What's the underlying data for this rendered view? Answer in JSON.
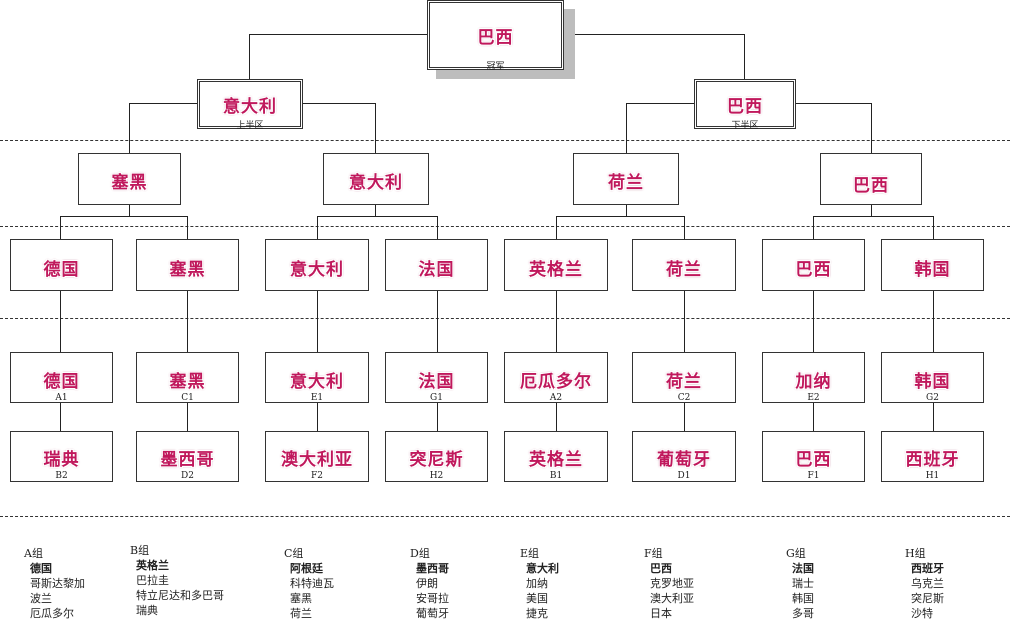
{
  "final": {
    "team": "巴西",
    "label": "冠军"
  },
  "semis": [
    {
      "team": "意大利",
      "label": "上半区"
    },
    {
      "team": "巴西",
      "label": "下半区"
    }
  ],
  "quarters": [
    "塞黑",
    "意大利",
    "荷兰",
    "巴西"
  ],
  "round16": [
    "德国",
    "塞黑",
    "意大利",
    "法国",
    "英格兰",
    "荷兰",
    "巴西",
    "韩国"
  ],
  "groupTop": [
    {
      "team": "德国",
      "code": "A1"
    },
    {
      "team": "塞黑",
      "code": "C1"
    },
    {
      "team": "意大利",
      "code": "E1"
    },
    {
      "team": "法国",
      "code": "G1"
    },
    {
      "team": "厄瓜多尔",
      "code": "A2"
    },
    {
      "team": "荷兰",
      "code": "C2"
    },
    {
      "team": "加纳",
      "code": "E2"
    },
    {
      "team": "韩国",
      "code": "G2"
    }
  ],
  "groupBottom": [
    {
      "team": "瑞典",
      "code": "B2"
    },
    {
      "team": "墨西哥",
      "code": "D2"
    },
    {
      "team": "澳大利亚",
      "code": "F2"
    },
    {
      "team": "突尼斯",
      "code": "H2"
    },
    {
      "team": "英格兰",
      "code": "B1"
    },
    {
      "team": "葡萄牙",
      "code": "D1"
    },
    {
      "team": "巴西",
      "code": "F1"
    },
    {
      "team": "西班牙",
      "code": "H1"
    }
  ],
  "groups": [
    {
      "name": "A组",
      "teams": [
        "德国",
        "哥斯达黎加",
        "波兰",
        "厄瓜多尔"
      ]
    },
    {
      "name": "B组",
      "teams": [
        "英格兰",
        "巴拉圭",
        "特立尼达和多巴哥",
        "瑞典"
      ]
    },
    {
      "name": "C组",
      "teams": [
        "阿根廷",
        "科特迪瓦",
        "塞黑",
        "荷兰"
      ]
    },
    {
      "name": "D组",
      "teams": [
        "墨西哥",
        "伊朗",
        "安哥拉",
        "葡萄牙"
      ]
    },
    {
      "name": "E组",
      "teams": [
        "意大利",
        "加纳",
        "美国",
        "捷克"
      ]
    },
    {
      "name": "F组",
      "teams": [
        "巴西",
        "克罗地亚",
        "澳大利亚",
        "日本"
      ]
    },
    {
      "name": "G组",
      "teams": [
        "法国",
        "瑞士",
        "韩国",
        "多哥"
      ]
    },
    {
      "name": "H组",
      "teams": [
        "西班牙",
        "乌克兰",
        "突尼斯",
        "沙特"
      ]
    }
  ]
}
